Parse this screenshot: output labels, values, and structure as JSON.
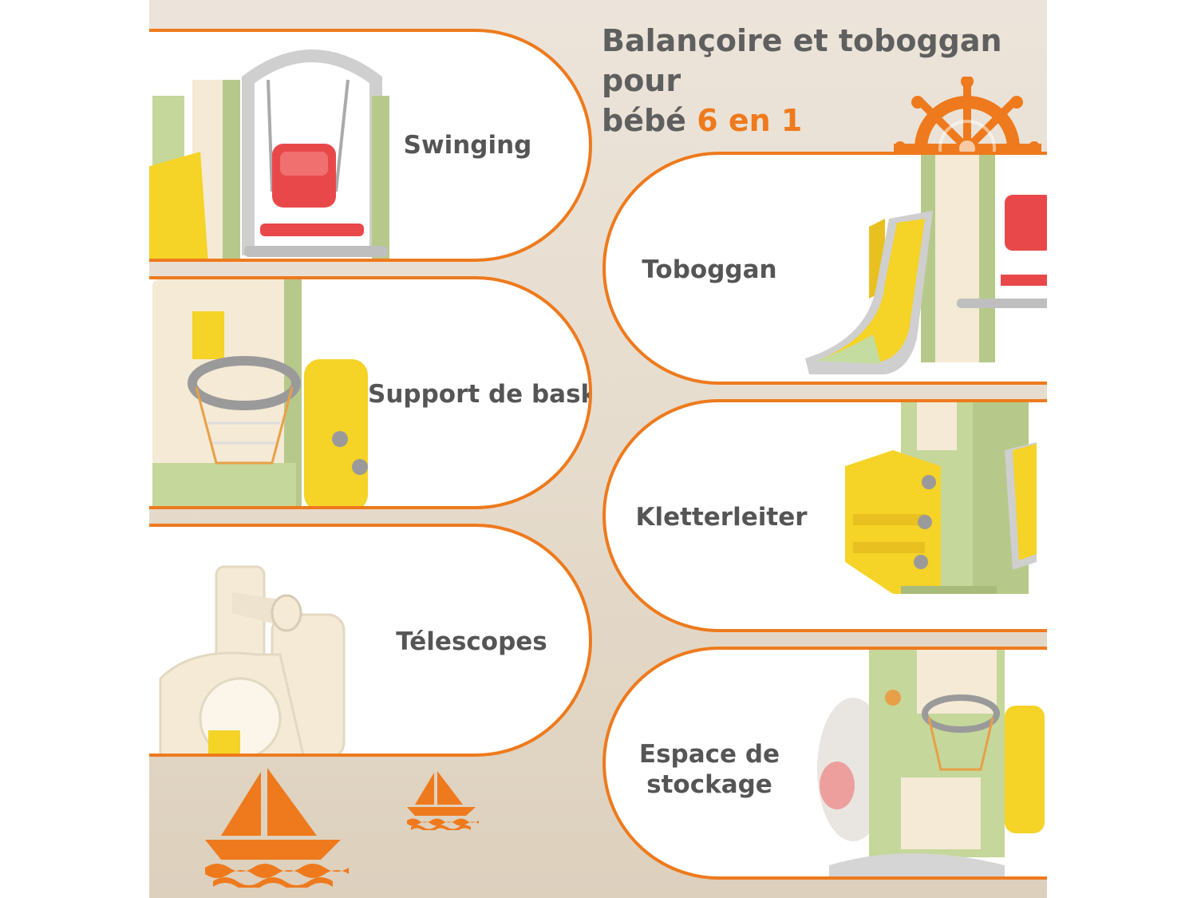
{
  "title": {
    "line1": "Balançoire et toboggan pour",
    "line2_prefix": "bébé",
    "line2_accent": "6 en 1"
  },
  "features": [
    {
      "label": "Swinging"
    },
    {
      "label": "Toboggan"
    },
    {
      "label": "Support de basket"
    },
    {
      "label": "Kletterleiter"
    },
    {
      "label": "Télescopes"
    },
    {
      "label": "Espace de",
      "label2": "stockage"
    }
  ],
  "colors": {
    "accent": "#ee7a1d",
    "background": "#e6dccd",
    "text": "#5f5f5f",
    "slide_yellow": "#f5d327",
    "frame_green": "#b7c98a",
    "seat_red": "#e8484a"
  },
  "icons": [
    "ship-wheel-icon",
    "sailboat-icon"
  ]
}
